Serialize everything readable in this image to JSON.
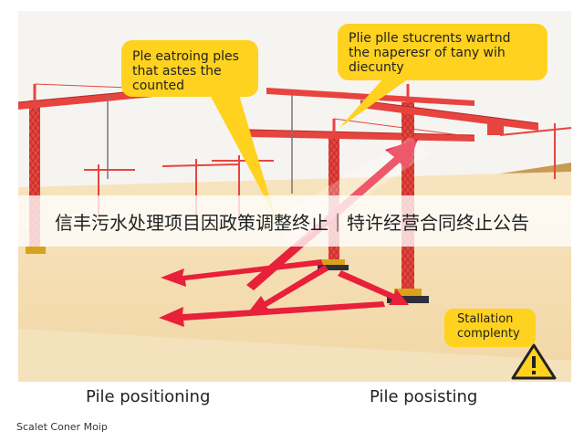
{
  "callouts": {
    "left": "Ple eatroing ples\nthat astes the\ncounted",
    "right": "Plie plle stucrents wartnd\nthe naperesr of tany wih\ndiecunty",
    "bottom": "Stallation\ncomplenty"
  },
  "banner": {
    "text": "信丰污水处理项目因政策调整终止｜特许经营合同终止公告"
  },
  "captions": {
    "left": "Pile positioning",
    "right": "Pile posisting"
  },
  "footer": {
    "text": "Scalet Coner Moip"
  },
  "icons": {
    "warning": "warning-triangle-icon"
  },
  "colors": {
    "sky": "#f6f4f1",
    "ground": "#f5dfb4",
    "hill": "#c99a55",
    "crane": "#e8443f",
    "arrow": "#e8203a",
    "callout": "#ffd21f"
  }
}
